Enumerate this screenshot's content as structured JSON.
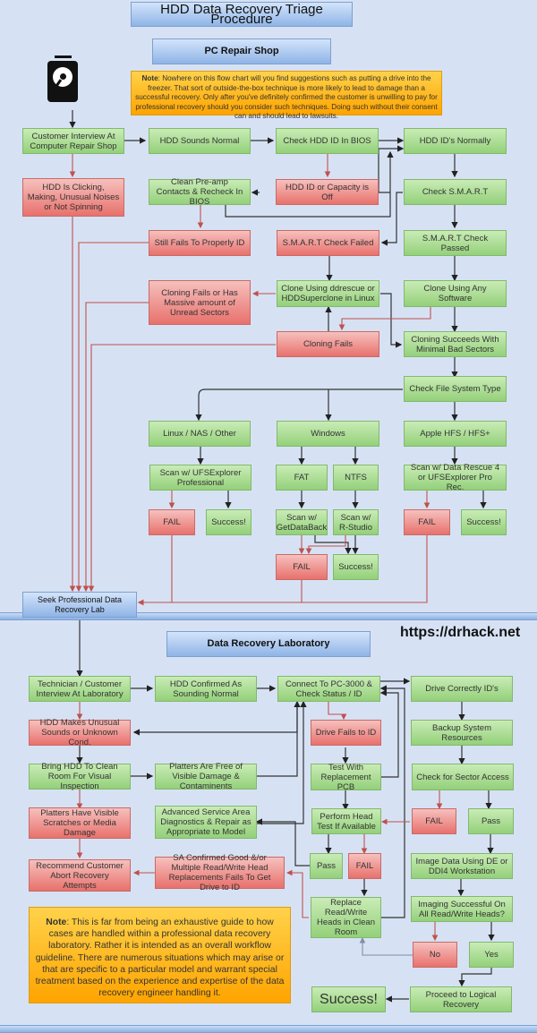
{
  "title": "HDD Data Recovery Triage Procedure",
  "sections": {
    "pc_shop": "PC Repair Shop",
    "lab": "Data Recovery Laboratory"
  },
  "url": "https://drhack.net",
  "icons": {
    "hdd": "hard-drive-icon"
  },
  "colors": {
    "pass": "#94d07a",
    "fail": "#e8716c",
    "section": "#8fb4e6",
    "note": "#ffa400",
    "background": "#d6e2f4"
  },
  "note_top": {
    "label": "Note",
    "text": ": Nowhere on this flow chart will you find suggestions such as putting a drive into the freezer. That sort of outside-the-box technique is  more likely to lead to damage than a successful recovery. Only after you've definitely confirmed the customer is unwilling to pay for professional recovery should you consider such techniques.  Doing such without their consent can and should lead to lawsuits."
  },
  "note_bottom": {
    "label": "Note",
    "text": ": This is far from being an exhaustive guide to how cases are handled within a professional data recovery laboratory.  Rather it is intended as an overall workflow guideline.  There are numerous situations which may arise or that are specific to a particular model and warrant special treatment based on the experience and expertise of the data recovery engineer handling it."
  },
  "shop": {
    "interview": "Customer Interview At Computer Repair Shop",
    "sounds_normal": "HDD Sounds Normal",
    "check_bios": "Check HDD ID In BIOS",
    "ids_normally": "HDD ID's Normally",
    "clicking": "HDD Is Clicking, Making, Unusual Noises or Not Spinning",
    "clean_preamp": "Clean Pre-amp Contacts & Recheck In BIOS",
    "id_off": "HDD ID or Capacity is Off",
    "check_smart": "Check S.M.A.R.T",
    "still_fails": "Still Fails To Properly ID",
    "smart_failed": "S.M.A.R.T Check Failed",
    "smart_passed": "S.M.A.R.T Check Passed",
    "clone_fails_massive": "Cloning Fails or Has Massive amount of Unread Sectors",
    "clone_ddrescue": "Clone Using ddrescue or HDDSuperclone in Linux",
    "clone_any": "Clone Using Any Software",
    "cloning_fails": "Cloning Fails",
    "clone_succeeds": "Cloning Succeeds With Minimal Bad Sectors",
    "check_fs": "Check File System Type",
    "linux": "Linux / NAS / Other",
    "windows": "Windows",
    "apple": "Apple HFS / HFS+",
    "scan_ufs": "Scan w/ UFSExplorer Professional",
    "fat": "FAT",
    "ntfs": "NTFS",
    "scan_drs": "Scan w/ Data Rescue 4 or UFSExplorer Pro Rec.",
    "fail": "FAIL",
    "success": "Success!",
    "scan_gdb": "Scan w/ GetDataBack",
    "scan_rstudio": "Scan w/ R-Studio",
    "seek_lab": "Seek Professional Data Recovery Lab"
  },
  "lab": {
    "tech_interview": "Technician / Customer Interview At Laboratory",
    "confirmed_normal": "HDD Confirmed As Sounding Normal",
    "connect_pc3000": "Connect To PC-3000 & Check Status / ID",
    "correctly_ids": "Drive Correctly ID's",
    "unusual_sounds": "HDD Makes Unusual Sounds or Unknown Cond.",
    "fails_to_id": "Drive Fails to ID",
    "backup_sys": "Backup System Resources",
    "clean_room": "Bring HDD To Clean Room For Visual Inspection",
    "platters_free": "Platters Are Free of Visible Damage & Contaminents",
    "test_pcb": "Test With Replacement PCB",
    "sector_access": "Check for Sector Access",
    "platters_scratched": "Platters Have Visible Scratches or Media Damage",
    "advanced_sa": "Advanced Service Area Diagnostics & Repair as Appropriate to Model",
    "head_test": "Perform Head Test If Available",
    "fail": "FAIL",
    "pass": "Pass",
    "recommend_abort": "Recommend Customer Abort Recovery Attempts",
    "sa_confirmed": "SA Confirmed Good &/or Multiple Read/Write Head Replacements Fails To Get Drive to ID",
    "image_data": "Image Data Using DE or DDI4 Workstation",
    "replace_heads": "Replace Read/Write Heads in Clean Room",
    "imaging_success": "Imaging Successful On All Read/Write Heads?",
    "no": "No",
    "yes": "Yes",
    "proceed_logical": "Proceed to Logical Recovery",
    "success": "Success!"
  }
}
